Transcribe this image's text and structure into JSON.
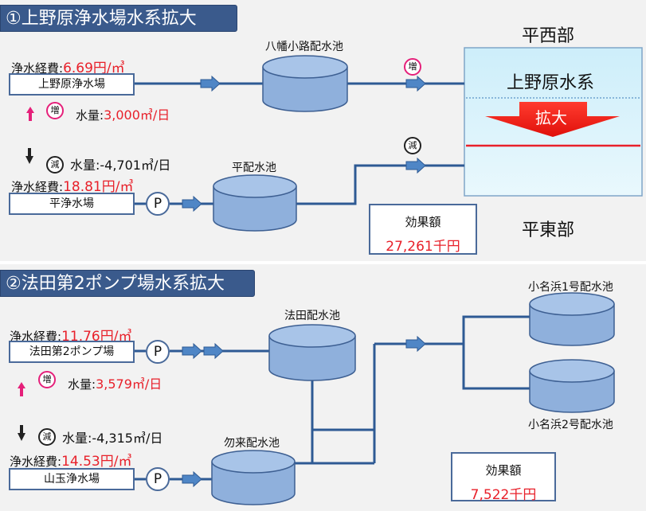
{
  "section1": {
    "title": "①上野原浄水場水系拡大",
    "reservoir_top": "八幡小路配水池",
    "reservoir_bottom": "平配水池",
    "plant_top": {
      "cost_label": "浄水経費:",
      "cost_value": "6.69円/㎥",
      "name": "上野原浄水場",
      "volume_label": "水量:",
      "volume_value": "3,000㎥/日",
      "badge": "増"
    },
    "plant_bottom": {
      "volume_text": "水量:-4,701㎥/日",
      "cost_label": "浄水経費:",
      "cost_value": "18.81円/㎥",
      "name": "平浄水場",
      "pump": "P",
      "badge": "減"
    },
    "flow_badge_inc": "増",
    "flow_badge_dec": "減",
    "area_west": "平西部",
    "area_east": "平東部",
    "system_label": "上野原水系",
    "expand_label": "拡大",
    "effect_label": "効果額",
    "effect_value": "27,261千円"
  },
  "section2": {
    "title": "②法田第2ポンプ場水系拡大",
    "reservoir_hoda": "法田配水池",
    "reservoir_nakoso": "勿来配水池",
    "reservoir_onahama1": "小名浜1号配水池",
    "reservoir_onahama2": "小名浜2号配水池",
    "plant_top": {
      "cost_label": "浄水経費:",
      "cost_value": "11.76円/㎥",
      "name": "法田第2ポンプ場",
      "pump": "P",
      "volume_label": "水量:",
      "volume_value": "3,579㎥/日",
      "badge": "増"
    },
    "plant_bottom": {
      "volume_text": "水量:-4,315㎥/日",
      "cost_label": "浄水経費:",
      "cost_value": "14.53円/㎥",
      "name": "山玉浄水場",
      "pump": "P",
      "badge": "減"
    },
    "effect_label": "効果額",
    "effect_value": "7,522千円"
  },
  "colors": {
    "pipe": "#2e5a94",
    "tank_fill": "#8fb0dc",
    "tank_stroke": "#3d5f92",
    "accent_red": "#e8202a",
    "title_bg": "#3a5a8c",
    "increase": "#e5207a"
  }
}
